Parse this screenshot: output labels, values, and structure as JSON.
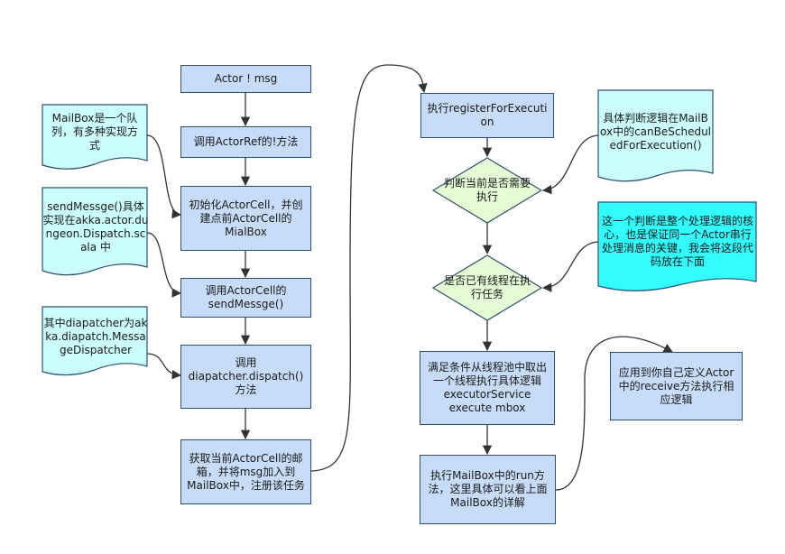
{
  "left_column": {
    "actor_msg": "Actor ! msg",
    "call_actor_ref": "调用ActorRef的!方法",
    "init_actor_cell": "初始化ActorCell，并创建点前ActorCell的MialBox",
    "call_send_messge": "调用ActorCell的sendMessge()",
    "call_dispatch": "调用diapatcher.dispatch()方法",
    "get_mailbox": "获取当前ActorCell的邮箱，并将msg加入到MailBox中，注册该任务"
  },
  "left_notes": {
    "mailbox_queue": "MailBox是一个队列，有多种实现方式",
    "send_messge_impl": "sendMessge()具体实现在akka.actor.dungeon.Dispatch.scala 中",
    "dispatcher_type": "其中diapatcher为akka.diapatch.MessageDispatcher"
  },
  "right_column": {
    "register_for_execution": "执行registerForExecution",
    "need_execute": "判断当前是否需要执行",
    "has_thread": "是否已有线程在执行任务",
    "take_thread": "满足条件从线程池中取出一个线程执行具体逻辑executorService execute mbox",
    "run_mailbox": "执行MailBox中的run方法，这里具体可以看上面MailBox的详解",
    "apply_receive": "应用到你自己定义Actor中的receive方法执行相应逻辑"
  },
  "right_notes": {
    "can_be_scheduled": "具体判断逻辑在MailBox中的canBeScheduledForExecution()",
    "core_judgement": "这一个判断是整个处理逻辑的核心，也是保证同一个Actor串行处理消息的关键，我会将这段代码放在下面"
  },
  "colors": {
    "process_fill": "#c6dcf8",
    "process_border": "#2f4f6f",
    "note_fill": "#ccfdfd",
    "note_highlight_fill": "#33fcfc",
    "decision_fill": "#e4fbd5",
    "arrow": "#333333"
  }
}
